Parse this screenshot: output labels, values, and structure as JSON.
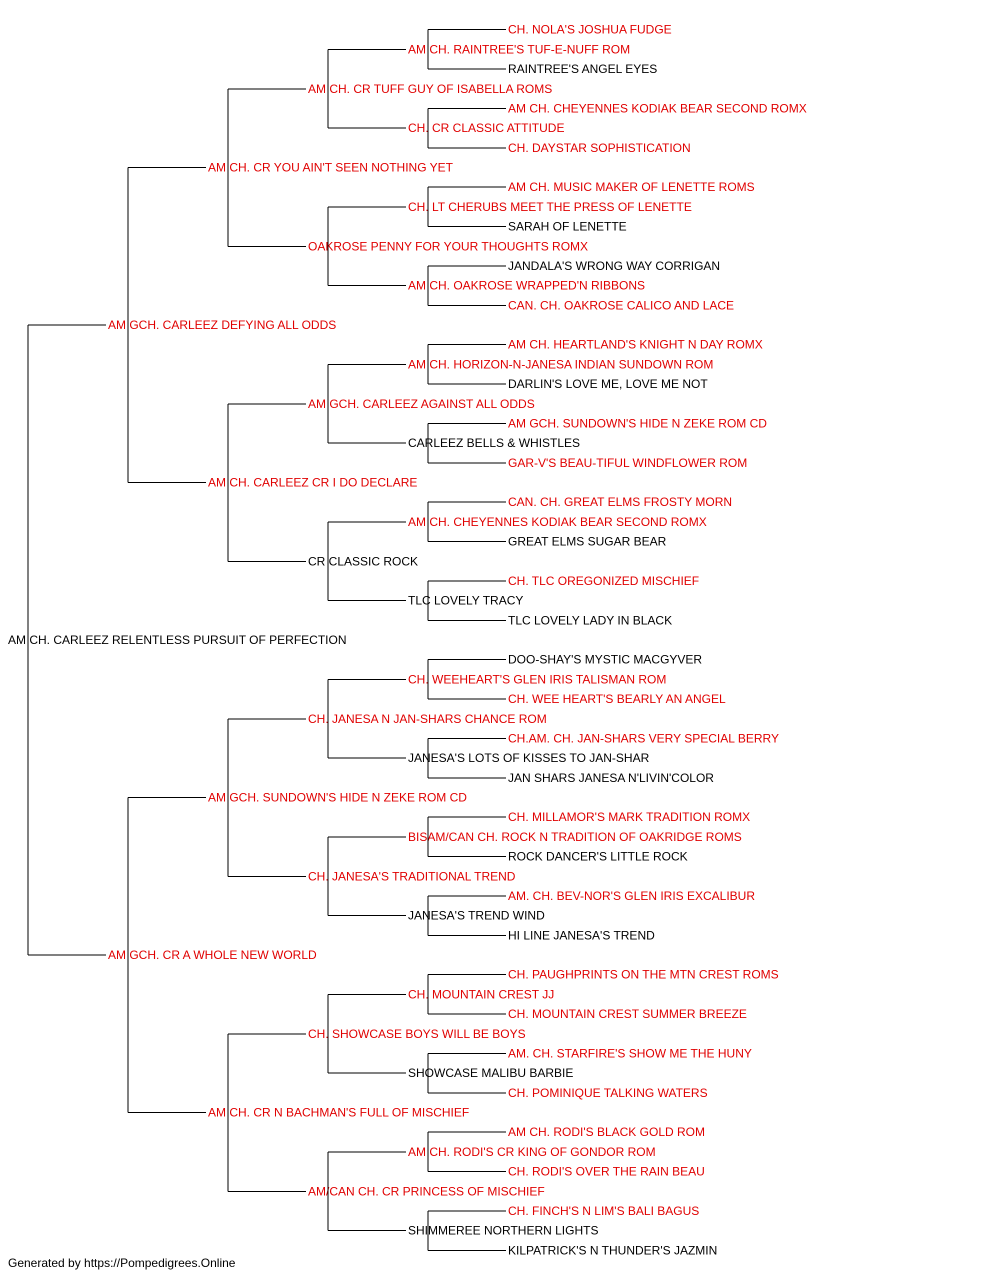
{
  "colors": {
    "champion": "#e00000",
    "regular": "#000000",
    "line": "#000000"
  },
  "pedigree": {
    "name": "AM CH. CARLEEZ RELENTLESS PURSUIT OF PERFECTION",
    "champion": false,
    "sire": {
      "name": "AM GCH. CARLEEZ DEFYING ALL ODDS",
      "champion": true,
      "sire": {
        "name": "AM CH. CR YOU AIN'T SEEN NOTHING YET",
        "champion": true,
        "sire": {
          "name": "AM CH. CR TUFF GUY OF ISABELLA ROMS",
          "champion": true,
          "sire": {
            "name": "AM CH. RAINTREE'S TUF-E-NUFF ROM",
            "champion": true,
            "sire": {
              "name": "CH. NOLA'S JOSHUA FUDGE",
              "champion": true
            },
            "dam": {
              "name": "RAINTREE'S ANGEL EYES",
              "champion": false
            }
          },
          "dam": {
            "name": "CH. CR CLASSIC ATTITUDE",
            "champion": true,
            "sire": {
              "name": "AM CH. CHEYENNES KODIAK BEAR SECOND ROMX",
              "champion": true
            },
            "dam": {
              "name": "CH. DAYSTAR SOPHISTICATION",
              "champion": true
            }
          }
        },
        "dam": {
          "name": "OAKROSE PENNY FOR YOUR THOUGHTS ROMX",
          "champion": true,
          "sire": {
            "name": "CH. LT CHERUBS MEET THE PRESS OF LENETTE",
            "champion": true,
            "sire": {
              "name": "AM CH. MUSIC MAKER OF LENETTE ROMS",
              "champion": true
            },
            "dam": {
              "name": "SARAH OF LENETTE",
              "champion": false
            }
          },
          "dam": {
            "name": "AM CH. OAKROSE WRAPPED'N RIBBONS",
            "champion": true,
            "sire": {
              "name": "JANDALA'S WRONG WAY CORRIGAN",
              "champion": false
            },
            "dam": {
              "name": "CAN. CH. OAKROSE CALICO AND LACE",
              "champion": true
            }
          }
        }
      },
      "dam": {
        "name": "AM CH. CARLEEZ CR I DO DECLARE",
        "champion": true,
        "sire": {
          "name": "AM GCH. CARLEEZ AGAINST ALL ODDS",
          "champion": true,
          "sire": {
            "name": "AM CH. HORIZON-N-JANESA INDIAN SUNDOWN ROM",
            "champion": true,
            "sire": {
              "name": "AM CH. HEARTLAND'S KNIGHT N DAY ROMX",
              "champion": true
            },
            "dam": {
              "name": "DARLIN'S LOVE ME, LOVE ME NOT",
              "champion": false
            }
          },
          "dam": {
            "name": "CARLEEZ BELLS & WHISTLES",
            "champion": false,
            "sire": {
              "name": "AM GCH. SUNDOWN'S HIDE N ZEKE ROM CD",
              "champion": true
            },
            "dam": {
              "name": "GAR-V'S BEAU-TIFUL WINDFLOWER ROM",
              "champion": true
            }
          }
        },
        "dam": {
          "name": "CR CLASSIC ROCK",
          "champion": false,
          "sire": {
            "name": "AM CH. CHEYENNES KODIAK BEAR SECOND ROMX",
            "champion": true,
            "sire": {
              "name": "CAN. CH. GREAT ELMS FROSTY MORN",
              "champion": true
            },
            "dam": {
              "name": "GREAT ELMS SUGAR BEAR",
              "champion": false
            }
          },
          "dam": {
            "name": "TLC LOVELY TRACY",
            "champion": false,
            "sire": {
              "name": "CH. TLC OREGONIZED MISCHIEF",
              "champion": true
            },
            "dam": {
              "name": "TLC LOVELY LADY IN BLACK",
              "champion": false
            }
          }
        }
      }
    },
    "dam": {
      "name": "AM GCH. CR A WHOLE NEW WORLD",
      "champion": true,
      "sire": {
        "name": "AM GCH. SUNDOWN'S HIDE N ZEKE ROM CD",
        "champion": true,
        "sire": {
          "name": "CH. JANESA N JAN-SHARS CHANCE ROM",
          "champion": true,
          "sire": {
            "name": "CH. WEEHEART'S GLEN IRIS TALISMAN ROM",
            "champion": true,
            "sire": {
              "name": "DOO-SHAY'S MYSTIC MACGYVER",
              "champion": false
            },
            "dam": {
              "name": "CH. WEE HEART'S BEARLY AN ANGEL",
              "champion": true
            }
          },
          "dam": {
            "name": "JANESA'S LOTS OF KISSES TO JAN-SHAR",
            "champion": false,
            "sire": {
              "name": "CH.AM. CH. JAN-SHARS VERY SPECIAL BERRY",
              "champion": true
            },
            "dam": {
              "name": "JAN SHARS JANESA N'LIVIN'COLOR",
              "champion": false
            }
          }
        },
        "dam": {
          "name": "CH. JANESA'S TRADITIONAL TREND",
          "champion": true,
          "sire": {
            "name": "BISAM/CAN CH. ROCK N TRADITION OF OAKRIDGE ROMS",
            "champion": true,
            "sire": {
              "name": "CH. MILLAMOR'S MARK TRADITION ROMX",
              "champion": true
            },
            "dam": {
              "name": "ROCK DANCER'S LITTLE ROCK",
              "champion": false
            }
          },
          "dam": {
            "name": "JANESA'S TREND WIND",
            "champion": false,
            "sire": {
              "name": "AM. CH. BEV-NOR'S GLEN IRIS EXCALIBUR",
              "champion": true
            },
            "dam": {
              "name": "HI LINE JANESA'S TREND",
              "champion": false
            }
          }
        }
      },
      "dam": {
        "name": "AM CH. CR N BACHMAN'S FULL OF MISCHIEF",
        "champion": true,
        "sire": {
          "name": "CH. SHOWCASE BOYS WILL BE BOYS",
          "champion": true,
          "sire": {
            "name": "CH. MOUNTAIN CREST JJ",
            "champion": true,
            "sire": {
              "name": "CH. PAUGHPRINTS ON THE MTN CREST ROMS",
              "champion": true
            },
            "dam": {
              "name": "CH. MOUNTAIN CREST SUMMER BREEZE",
              "champion": true
            }
          },
          "dam": {
            "name": "SHOWCASE MALIBU BARBIE",
            "champion": false,
            "sire": {
              "name": "AM. CH. STARFIRE'S SHOW ME THE HUNY",
              "champion": true
            },
            "dam": {
              "name": "CH. POMINIQUE TALKING WATERS",
              "champion": true
            }
          }
        },
        "dam": {
          "name": "AM/CAN CH. CR PRINCESS OF MISCHIEF",
          "champion": true,
          "sire": {
            "name": "AM CH. RODI'S CR KING OF GONDOR ROM",
            "champion": true,
            "sire": {
              "name": "AM CH. RODI'S BLACK GOLD ROM",
              "champion": true
            },
            "dam": {
              "name": "CH. RODI'S OVER THE RAIN BEAU",
              "champion": true
            }
          },
          "dam": {
            "name": "SHIMMEREE NORTHERN LIGHTS",
            "champion": false,
            "sire": {
              "name": "CH. FINCH'S N LIM'S BALI BAGUS",
              "champion": true
            },
            "dam": {
              "name": "KILPATRICK'S N THUNDER'S JAZMIN",
              "champion": false
            }
          }
        }
      }
    }
  },
  "footer": {
    "text": "Generated by https://Pompedigrees.Online"
  }
}
